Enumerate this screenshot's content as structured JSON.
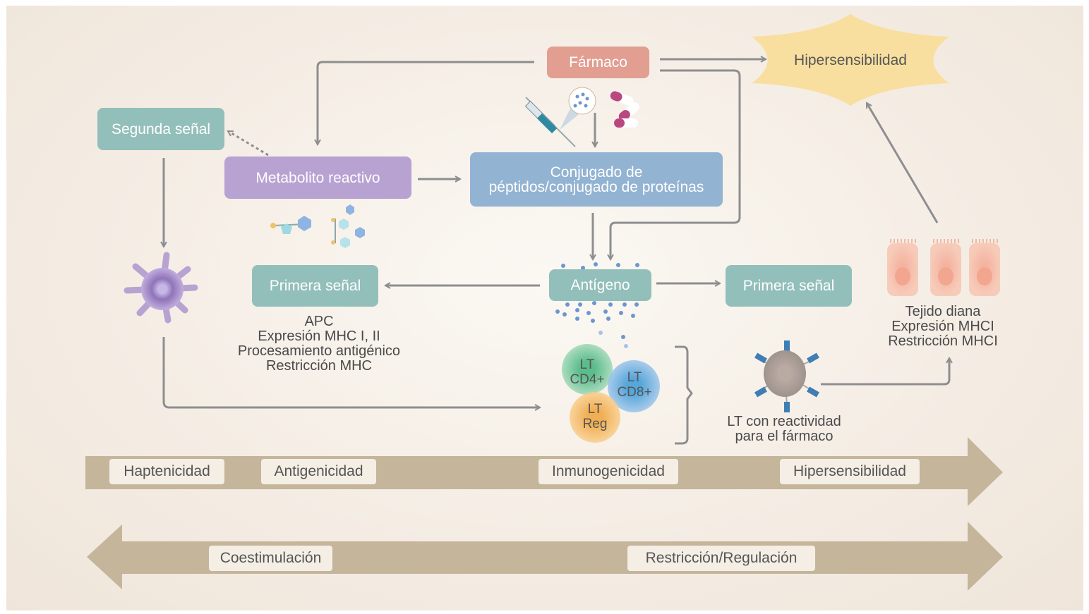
{
  "nodes": {
    "farmaco": "Fármaco",
    "hipersensibilidad": "Hipersensibilidad",
    "segunda_senal": "Segunda señal",
    "metabolito": "Metabolito reactivo",
    "conjugado_line1": "Conjugado de",
    "conjugado_line2": "péptidos/conjugado de proteínas",
    "primera_senal_left": "Primera señal",
    "antigeno": "Antígeno",
    "primera_senal_right": "Primera señal"
  },
  "labels": {
    "apc": [
      "APC",
      "Expresión MHC I, II",
      "Procesamiento antigénico",
      "Restricción MHC"
    ],
    "tejido": [
      "Tejido diana",
      "Expresión MHCI",
      "Restricción MHCI"
    ],
    "lt_reactivo": [
      "LT con reactividad",
      "para el fármaco"
    ]
  },
  "cells": {
    "cd4": [
      "LT",
      "CD4+"
    ],
    "cd8": [
      "LT",
      "CD8+"
    ],
    "reg": [
      "LT",
      "Reg"
    ]
  },
  "band_top": [
    "Haptenicidad",
    "Antigenicidad",
    "Inmunogenicidad",
    "Hipersensibilidad"
  ],
  "band_bottom": [
    "Coestimulación",
    "Restricción/Regulación"
  ],
  "colors": {
    "teal": "#93bfbb",
    "purple": "#b8a2d2",
    "blue": "#93b3d2",
    "salmon": "#e19e91",
    "burst": "#f8dfa0",
    "band": "#c4b59b"
  }
}
